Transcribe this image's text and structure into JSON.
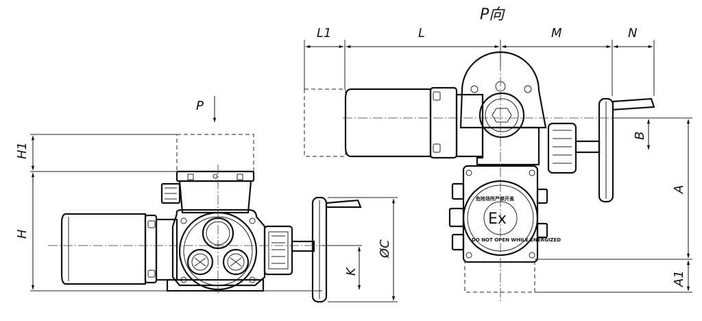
{
  "labels": {
    "p_view_title": "P向",
    "p_arrow": "P",
    "h1": "H1",
    "h": "H",
    "k": "K",
    "phi_c": "ØC",
    "l1": "L1",
    "l": "L",
    "m": "M",
    "n": "N",
    "b": "B",
    "a": "A",
    "a1": "A1"
  },
  "nameplate": {
    "symbol": "Ex",
    "upper_text": "危险场所严禁开盖",
    "lower_text": "DO NOT OPEN WHILE ENERGIZED"
  }
}
